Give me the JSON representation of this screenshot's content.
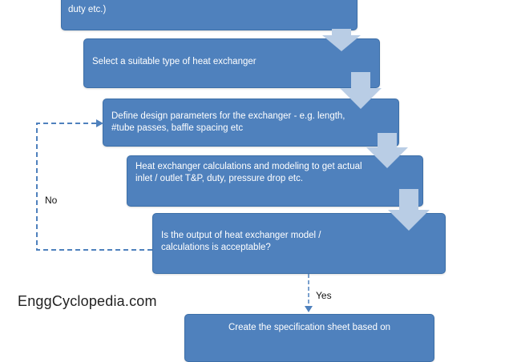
{
  "steps": [
    {
      "text": "duty etc.)"
    },
    {
      "text": "Select a suitable type of heat exchanger"
    },
    {
      "text": "Define design parameters for the exchanger - e.g. length, #tube passes, baffle spacing etc"
    },
    {
      "text": "Heat exchanger calculations and modeling to get actual inlet / outlet T&P, duty, pressure drop etc."
    },
    {
      "text": "Is the output of heat exchanger model / calculations is acceptable?"
    },
    {
      "text": "Create the specification sheet based on"
    }
  ],
  "loop_label": "No",
  "yes_label": "Yes",
  "watermark": "EnggCyclopedia.com",
  "colors": {
    "box_fill": "#4f81bd",
    "connector_arrow": "#b9cde5",
    "loop_line": "#4f81bd"
  }
}
